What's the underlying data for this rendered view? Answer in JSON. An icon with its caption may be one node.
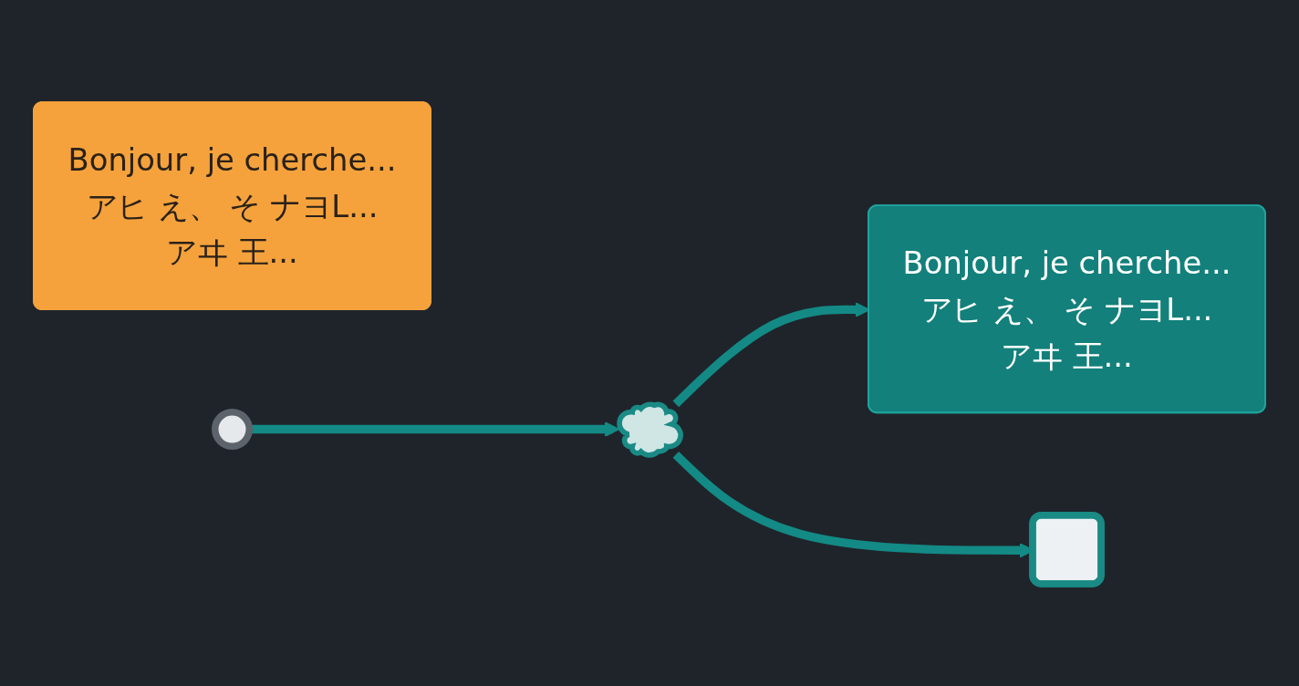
{
  "diagram": {
    "nodes": [
      {
        "text": [
          "Bonjour, je cherche...",
          "アヒ え、 そ ナヨL...",
          "アヰ 王..."
        ]
      },
      {
        "text": [],
        "shape": "person"
      },
      {
        "text": [],
        "shape": "cloud"
      },
      {
        "text": [
          "Bonjour, je cherche...",
          "アヒ え、 そ ナヨL...",
          "アヰ 王..."
        ]
      },
      {
        "text": [],
        "shape": "box"
      }
    ],
    "edges": [
      {
        "from": 1,
        "to": 2,
        "arrow": "to"
      },
      {
        "from": 2,
        "to": 3,
        "arrow": "to"
      },
      {
        "from": 2,
        "to": 4,
        "arrow": "to"
      }
    ]
  }
}
